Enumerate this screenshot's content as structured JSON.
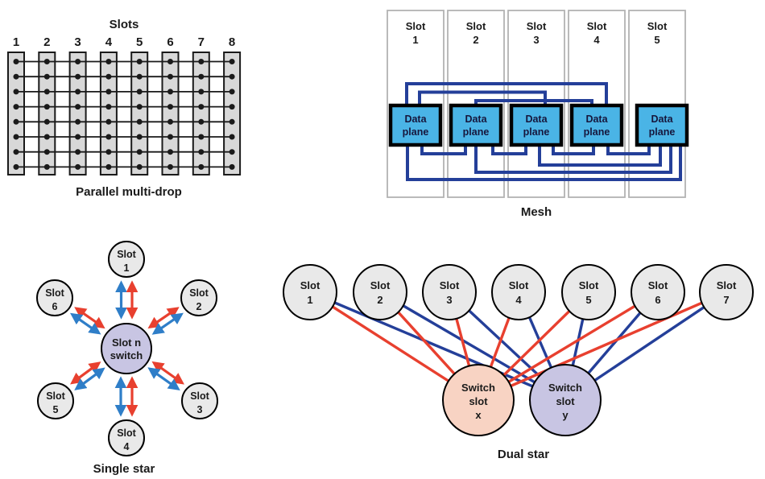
{
  "colors": {
    "ink": "#1a1a1a",
    "red": "#e8402f",
    "navy": "#243f99",
    "star_blue": "#2f7ec8",
    "cyan": "#4ab4e6",
    "bar_fill": "#d8d8d8",
    "node_fill": "#e9e9e9",
    "lavender": "#c8c5e3",
    "peach": "#f8d3c3",
    "rect_border": "#b3b3b3",
    "dataplane_text": "#16163c"
  },
  "multidrop": {
    "title": "Slots",
    "caption": "Parallel multi-drop",
    "slot_numbers": [
      "1",
      "2",
      "3",
      "4",
      "5",
      "6",
      "7",
      "8"
    ],
    "bus_line_count": 8
  },
  "mesh": {
    "caption": "Mesh",
    "slot_word": "Slot",
    "slots": [
      "1",
      "2",
      "3",
      "4",
      "5"
    ],
    "box_label": [
      "Data",
      "plane"
    ],
    "links": [
      "1-4",
      "1-3",
      "2-4",
      "1-2",
      "2-3",
      "3-4",
      "4-5",
      "3-5",
      "2-5",
      "1-5"
    ]
  },
  "single_star": {
    "caption": "Single star",
    "hub_label": [
      "Slot n",
      "switch"
    ],
    "slot_word": "Slot",
    "satellites": [
      "1",
      "2",
      "3",
      "4",
      "5",
      "6"
    ],
    "link_colors": [
      "#e8402f",
      "#2f7ec8"
    ]
  },
  "dual_star": {
    "caption": "Dual star",
    "slot_word": "Slot",
    "slots": [
      "1",
      "2",
      "3",
      "4",
      "5",
      "6",
      "7"
    ],
    "switch_x": [
      "Switch",
      "slot",
      "x"
    ],
    "switch_y": [
      "Switch",
      "slot",
      "y"
    ]
  }
}
